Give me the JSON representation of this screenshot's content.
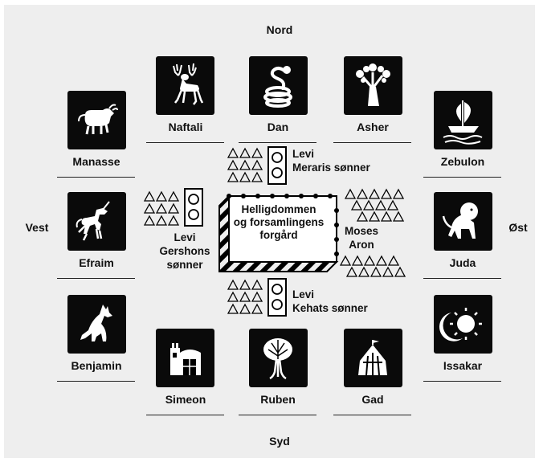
{
  "directions": {
    "north": "Nord",
    "south": "Syd",
    "west": "Vest",
    "east": "Øst"
  },
  "tribes": [
    {
      "name": "Naftali",
      "icon": "deer-icon"
    },
    {
      "name": "Dan",
      "icon": "serpent-icon"
    },
    {
      "name": "Asher",
      "icon": "tree-icon"
    },
    {
      "name": "Zebulon",
      "icon": "ship-icon"
    },
    {
      "name": "Juda",
      "icon": "lion-icon"
    },
    {
      "name": "Issakar",
      "icon": "sun-moon-icon"
    },
    {
      "name": "Gad",
      "icon": "tent-icon"
    },
    {
      "name": "Ruben",
      "icon": "mandrake-icon"
    },
    {
      "name": "Simeon",
      "icon": "city-gate-icon"
    },
    {
      "name": "Benjamin",
      "icon": "wolf-icon"
    },
    {
      "name": "Efraim",
      "icon": "unicorn-icon"
    },
    {
      "name": "Manasse",
      "icon": "bull-icon"
    }
  ],
  "sanctuary": {
    "line1": "Helligdommen",
    "line2": "og forsamlingens",
    "line3": "forgård"
  },
  "levite_groups": {
    "north": {
      "line1": "Levi",
      "line2": "Meraris sønner"
    },
    "west": {
      "line1": "Levi",
      "line2": "Gershons",
      "line3": "sønner"
    },
    "south": {
      "line1": "Levi",
      "line2": "Kehats sønner"
    },
    "east": {
      "line1": "Moses",
      "line2": "Aron"
    }
  },
  "colors": {
    "background": "#eeeeee",
    "tile": "#0a0a0a",
    "icon": "#ffffff",
    "text": "#111111"
  }
}
